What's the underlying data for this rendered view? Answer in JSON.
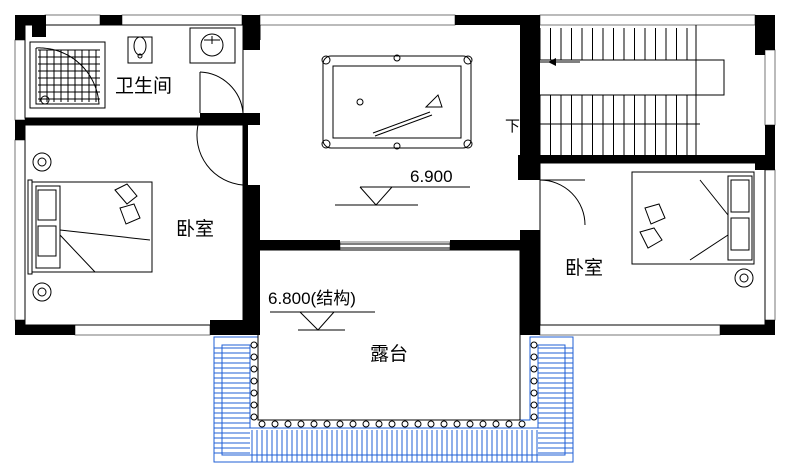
{
  "rooms": {
    "bathroom": "卫生间",
    "bedroom_left": "卧室",
    "bedroom_right": "卧室",
    "terrace": "露台"
  },
  "levels": {
    "hall": "6.900",
    "terrace": "6.800(结构)"
  },
  "stair": {
    "direction": "下"
  },
  "colors": {
    "wall": "#000000",
    "balcony_hatch": "#1f5fd6"
  },
  "icons": [
    "bathtub-icon",
    "squat-toilet-icon",
    "washbasin-icon",
    "double-bed-icon",
    "billiard-table-icon",
    "plant-icon",
    "stair-arrow-icon"
  ]
}
